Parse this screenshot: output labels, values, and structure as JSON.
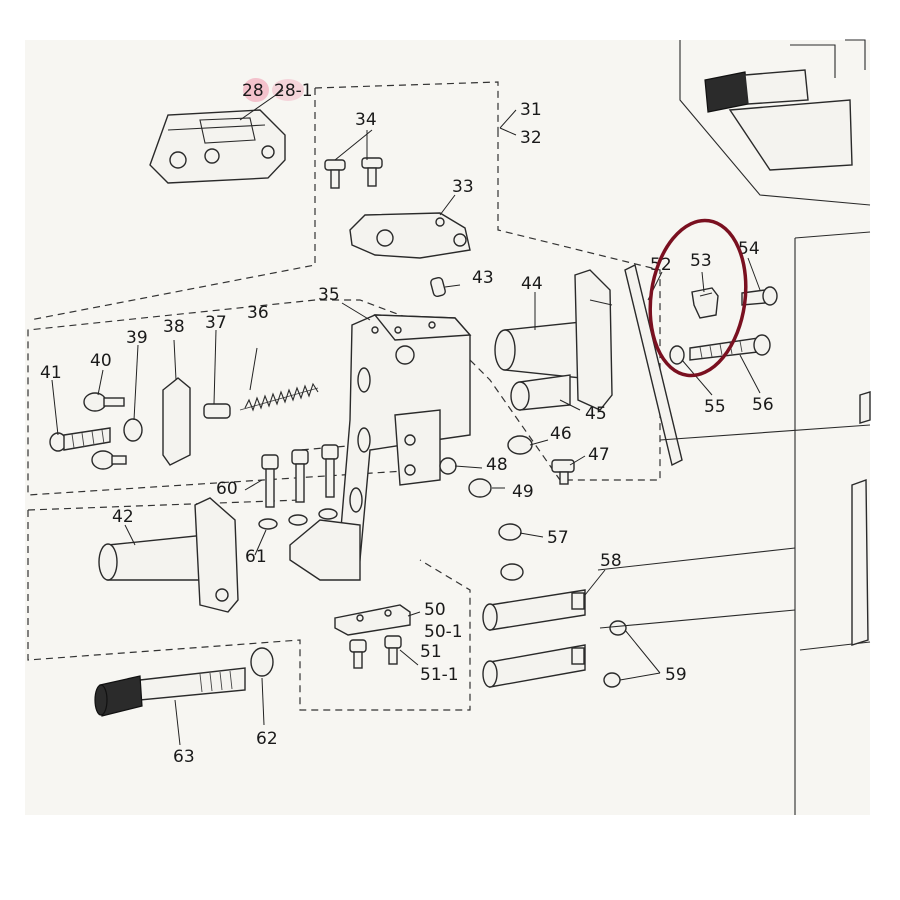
{
  "diagram": {
    "part_labels": {
      "p28": "28",
      "p28_1": "28-1",
      "p31": "31",
      "p32": "32",
      "p33": "33",
      "p34": "34",
      "p35": "35",
      "p36": "36",
      "p37": "37",
      "p38": "38",
      "p39": "39",
      "p40": "40",
      "p41": "41",
      "p42": "42",
      "p43": "43",
      "p44": "44",
      "p45": "45",
      "p46": "46",
      "p47": "47",
      "p48": "48",
      "p49": "49",
      "p50": "50",
      "p50_1": "50-1",
      "p51": "51",
      "p51_1": "51-1",
      "p52": "52",
      "p53": "53",
      "p54": "54",
      "p55": "55",
      "p56": "56",
      "p57": "57",
      "p58": "58",
      "p59": "59",
      "p60": "60",
      "p61": "61",
      "p62": "62",
      "p63": "63"
    },
    "colors": {
      "highlight_circle": "#7a1020",
      "highlight_mark": "#f2b8c6",
      "paper": "#f7f6f2"
    },
    "highlighted_part": "53"
  }
}
